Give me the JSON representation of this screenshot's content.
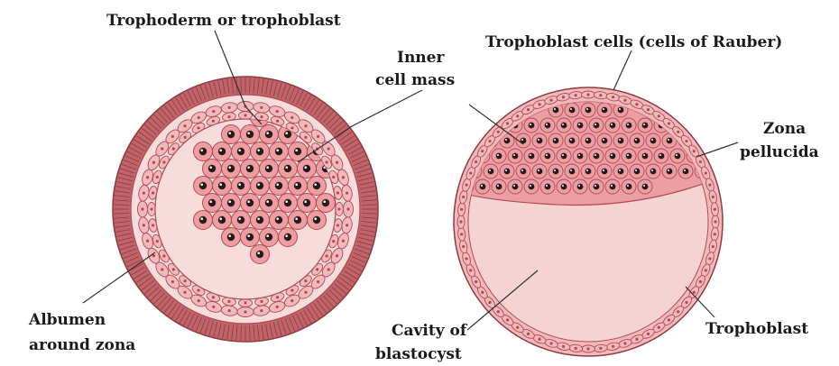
{
  "colors": {
    "outer_ring": "#c0646a",
    "outer_ring_dark": "#8e3a40",
    "albumen": "#f7dcdc",
    "cavity": "#f6d3d3",
    "cell_fill": "#ec9ea3",
    "cell_stroke": "#b04a52",
    "nucleus": "#2a1a1a",
    "trophoblast_fill": "#f1b9bb"
  },
  "labels": {
    "trophoderm": "Trophoderm or trophoblast",
    "inner_cell_mass_1": "Inner",
    "inner_cell_mass_2": "cell mass",
    "albumen_1": "Albumen",
    "albumen_2": "around zona",
    "rauber": "Trophoblast cells (cells of Rauber)",
    "zona_1": "Zona",
    "zona_2": "pellucida",
    "trophoblast": "Trophoblast",
    "cavity_1": "Cavity of",
    "cavity_2": "blastocyst"
  }
}
